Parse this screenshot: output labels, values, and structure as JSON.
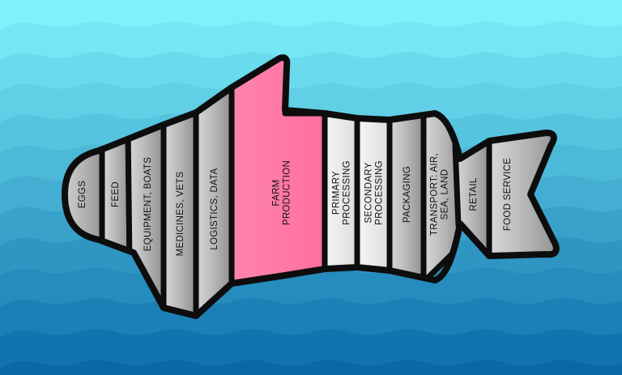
{
  "colors": {
    "outline": "#0d0d0d",
    "segment_gray": "#a9a9a9",
    "segment_light": "#ececec",
    "highlight_pink": "#ff7ba6",
    "water_top": "#7ef2fb",
    "water_bottom": "#0868a8"
  },
  "segments": [
    {
      "id": "eggs",
      "label_lines": [
        "EGGS"
      ],
      "style": "gray"
    },
    {
      "id": "feed",
      "label_lines": [
        "FEED"
      ],
      "style": "gray"
    },
    {
      "id": "equipment-boats",
      "label_lines": [
        "EQUIPMENT, BOATS"
      ],
      "style": "gray"
    },
    {
      "id": "medicines-vets",
      "label_lines": [
        "MEDICINES, VETS"
      ],
      "style": "gray"
    },
    {
      "id": "logistics-data",
      "label_lines": [
        "LOGISTICS, DATA"
      ],
      "style": "gray"
    },
    {
      "id": "farm-production",
      "label_lines": [
        "FARM",
        "PRODUCTION"
      ],
      "style": "pink"
    },
    {
      "id": "primary-processing",
      "label_lines": [
        "PRIMARY",
        "PROCESSING"
      ],
      "style": "light"
    },
    {
      "id": "secondary-processing",
      "label_lines": [
        "SECONDARY",
        "PROCESSING"
      ],
      "style": "light"
    },
    {
      "id": "packaging",
      "label_lines": [
        "PACKAGING"
      ],
      "style": "gray"
    },
    {
      "id": "transport",
      "label_lines": [
        "TRANSPORT: AIR,",
        "SEA, LAND"
      ],
      "style": "gray"
    },
    {
      "id": "retail",
      "label_lines": [
        "RETAIL"
      ],
      "style": "gray"
    },
    {
      "id": "food-service",
      "label_lines": [
        "FOOD SERVICE"
      ],
      "style": "gray"
    }
  ]
}
